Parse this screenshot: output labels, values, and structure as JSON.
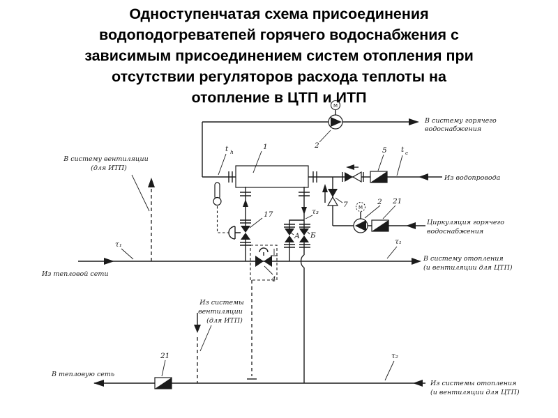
{
  "page": {
    "background": "#ffffff",
    "ink": "#1b1b1b"
  },
  "title": {
    "line1": "Одноступенчатая схема присоединения",
    "line2": "водоподогреватепей горячего водоснабжения с",
    "line3": "зависимым присоединением систем отопления при",
    "line4": "отсутствии регуляторов расхода теплоты на",
    "line5": "отопление в ЦТП и ИТП"
  },
  "labels": {
    "to_hws_1": "В систему горячего",
    "to_hws_2": "водоснабжения",
    "from_water": "Из водопровода",
    "circ_1": "Циркуляция горячего",
    "circ_2": "водоснабжения",
    "to_heat_1": "В систему отопления",
    "to_heat_2": "(и вентиляции для ЦТП)",
    "from_net": "Из тепловой сети",
    "to_net": "В тепловую сеть",
    "to_vent_1": "В систему вентиляции",
    "to_vent_2": "(для ИТП)",
    "from_vent_1": "Из системы",
    "from_vent_2": "вентиляции",
    "from_vent_3": "(для ИТП)",
    "from_heat_1": "Из системы отопления",
    "from_heat_2": "(и вентиляции для ЦТП)"
  },
  "tags": {
    "heat_exchanger": "1",
    "pump_hws": "2",
    "pump_circ": "2",
    "strainer_cold": "5",
    "check_valve": "7",
    "control_valve": "17",
    "mixing_valve": "4",
    "strainer_circ": "21",
    "strainer_return": "21",
    "valve_a": "А",
    "valve_b": "Б",
    "motor_hws": "М",
    "motor_circ": "М",
    "t_letter": "t",
    "t_h_sub": "h",
    "t_c_sub": "c",
    "tau1_left": "τ₁",
    "tau1_right": "τ₁",
    "tau2": "τ₂",
    "tau3": "τ₃"
  }
}
